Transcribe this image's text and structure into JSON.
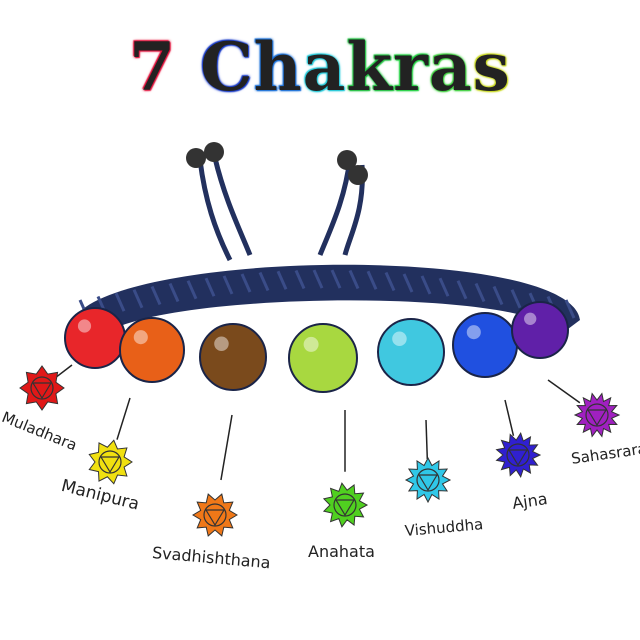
{
  "title": "7 Chakras",
  "title_glow_colors": [
    "#e0103a",
    "#8a20d8",
    "#1a3cc8",
    "#1a70d8",
    "#20c8d8",
    "#20c040",
    "#20d040",
    "#40d040",
    "#c8d820",
    "#e06020"
  ],
  "band_color": "#22305e",
  "chakras": [
    {
      "name": "Muladhara",
      "color": "#e01818",
      "bead": "#e8262a"
    },
    {
      "name": "Manipura",
      "color": "#f0e010",
      "bead": "#e86018"
    },
    {
      "name": "Svadhishthana",
      "color": "#f07818",
      "bead": "#7a4a1c"
    },
    {
      "name": "Anahata",
      "color": "#50d020",
      "bead": "#a8d840"
    },
    {
      "name": "Vishuddha",
      "color": "#30c8e8",
      "bead": "#40c8e0"
    },
    {
      "name": "Ajna",
      "color": "#3020d0",
      "bead": "#2050e0"
    },
    {
      "name": "Sahasrara",
      "color": "#a020c0",
      "bead": "#6020a8"
    }
  ]
}
